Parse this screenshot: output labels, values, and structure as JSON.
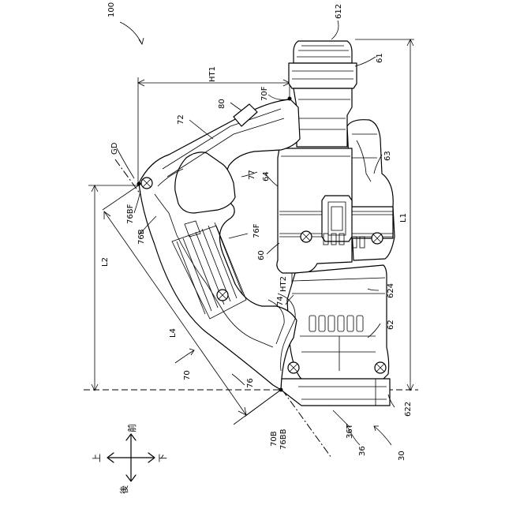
{
  "figure": {
    "labels": {
      "ref_100": "100",
      "ref_612": "612",
      "ref_61": "61",
      "ref_HT1": "HT1",
      "ref_80": "80",
      "ref_70F": "70F",
      "ref_72": "72",
      "ref_GD": "GD",
      "ref_63": "63",
      "ref_77": "77",
      "ref_64": "64",
      "ref_76BF": "76BF",
      "ref_76B": "76B",
      "ref_76F": "76F",
      "ref_L1": "L1",
      "ref_L2": "L2",
      "ref_60": "60",
      "ref_HT2": "HT2",
      "ref_624": "624",
      "ref_74": "74",
      "ref_62": "62",
      "ref_L4": "L4",
      "ref_70": "70",
      "ref_76": "76",
      "ref_622": "622",
      "ref_70B": "70B",
      "ref_76BB": "76BB",
      "ref_36T": "36T",
      "ref_36": "36",
      "ref_30": "30"
    },
    "direction": {
      "front": "前",
      "rear": "後",
      "up": "上",
      "down": "下"
    }
  }
}
